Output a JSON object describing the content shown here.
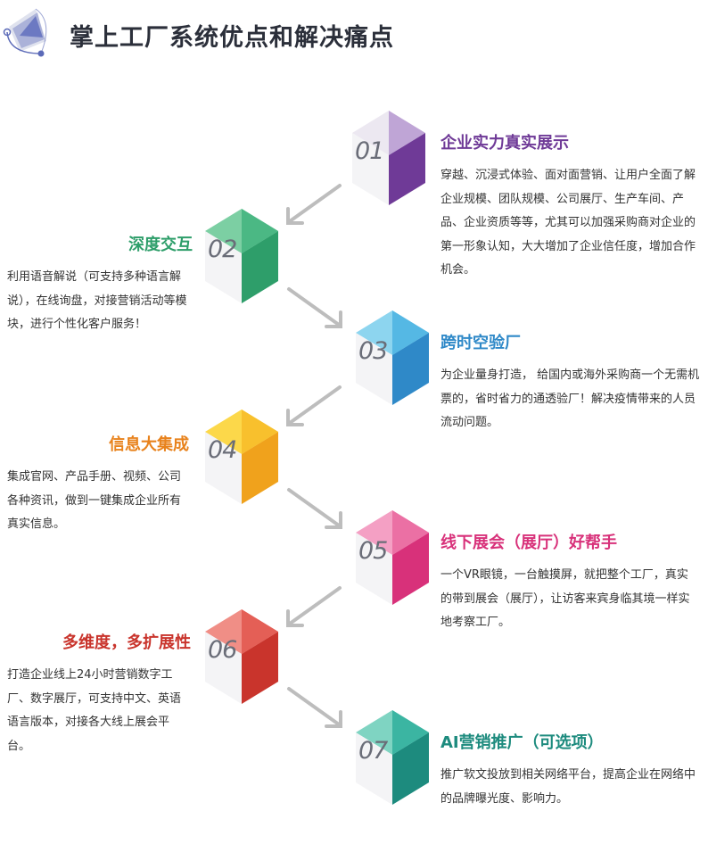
{
  "page": {
    "title": "掌上工厂系统优点和解决痛点"
  },
  "colors": {
    "purple": "#6f3a97",
    "green": "#2e9e6a",
    "blue": "#2f89c8",
    "orange": "#e8821c",
    "pink": "#d8317a",
    "red": "#c9342c",
    "teal": "#1d8b7e"
  },
  "items": [
    {
      "num": "01",
      "title": "企业实力真实展示",
      "text": "穿越、沉浸式体验、面对面营销、让用户全面了解企业规模、团队规模、公司展厅、生产车间、产品、企业资质等等，尤其可以加强采购商对企业的第一形象认知，大大增加了企业信任度，增加合作机会。"
    },
    {
      "num": "02",
      "title": "深度交互",
      "text": "利用语音解说（可支持多种语言解说），在线询盘，对接营销活动等模块，进行个性化客户服务！"
    },
    {
      "num": "03",
      "title": "跨时空验厂",
      "text": "为企业量身打造， 给国内或海外采购商一个无需机票的，省时省力的通透验厂！解决疫情带来的人员流动问题。"
    },
    {
      "num": "04",
      "title": "信息大集成",
      "text": "集成官网、产品手册、视频、公司各种资讯，做到一键集成企业所有真实信息。"
    },
    {
      "num": "05",
      "title": "线下展会（展厅）好帮手",
      "text": "一个VR眼镜，一台触摸屏，就把整个工厂，真实的带到展会（展厅），让访客来宾身临其境一样实地考察工厂。"
    },
    {
      "num": "06",
      "title": "多维度，多扩展性",
      "text": "打造企业线上24小时营销数字工厂、数字展厅，可支持中文、英语语言版本，对接各大线上展会平台。"
    },
    {
      "num": "07",
      "title": "AI营销推广（可选项）",
      "text": "推广软文投放到相关网络平台，提高企业在网络中的品牌曝光度、影响力。"
    }
  ]
}
